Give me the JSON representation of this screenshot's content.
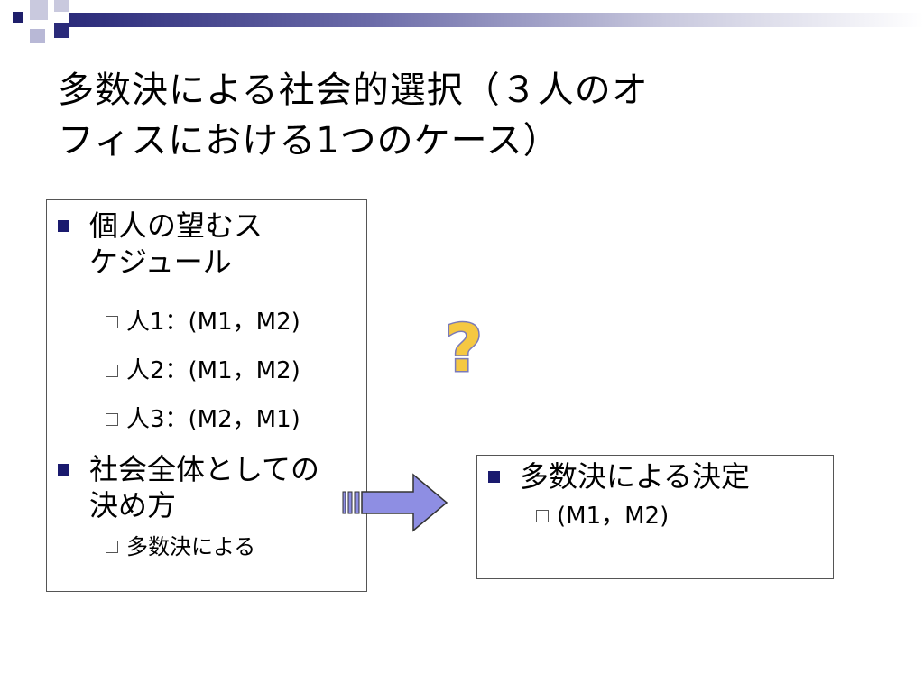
{
  "slide": {
    "title_line1": "多数決による社会的選択（３人のオ",
    "title_line2": "フィスにおける1つのケース）"
  },
  "left_panel": {
    "heading1": "個人の望むスケジュール",
    "heading1_line1": "個人の望むス",
    "heading1_line2": "ケジュール",
    "preferences": [
      {
        "label": "人1：(M1，M2)"
      },
      {
        "label": "人2：(M1，M2)"
      },
      {
        "label": "人3：(M2，M1)"
      }
    ],
    "heading2_line1": "社会全体としての",
    "heading2_line2": "決め方",
    "method": "多数決による"
  },
  "right_panel": {
    "heading": "多数決による決定",
    "result": "(M1，M2)"
  },
  "colors": {
    "bullet": "#1a1a6e",
    "arrow_fill": "#8e8ee3",
    "question_fill": "#f5c842"
  },
  "icons": {
    "arrow": "right-arrow-icon",
    "question": "question-mark-icon"
  }
}
